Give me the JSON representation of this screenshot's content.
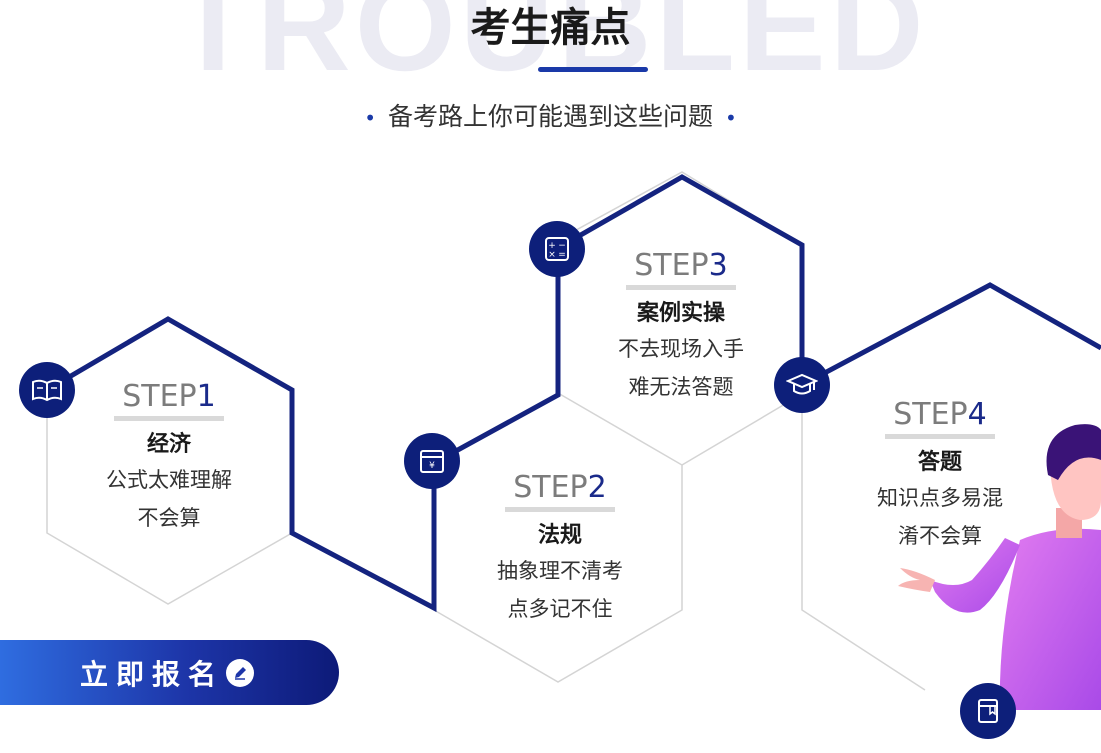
{
  "background_word": "TROUBLED",
  "header": {
    "title": "考生痛点",
    "subtitle": "备考路上你可能遇到这些问题"
  },
  "steps": [
    {
      "word": "STEP",
      "num": "1",
      "name": "经济",
      "desc_line1": "公式太难理解",
      "desc_line2": "不会算",
      "icon": "book-icon"
    },
    {
      "word": "STEP",
      "num": "2",
      "name": "法规",
      "desc_line1": "抽象理不清考",
      "desc_line2": "点多记不住",
      "icon": "calendar-icon"
    },
    {
      "word": "STEP",
      "num": "3",
      "name": "案例实操",
      "desc_line1": "不去现场入手",
      "desc_line2": "难无法答题",
      "icon": "calculator-icon"
    },
    {
      "word": "STEP",
      "num": "4",
      "name": "答题",
      "desc_line1": "知识点多易混",
      "desc_line2": "淆不会算",
      "icon": "graduation-cap-icon"
    }
  ],
  "extra_icon": "notebook-icon",
  "cta": {
    "label": "立即报名",
    "icon": "pencil-icon"
  },
  "colors": {
    "navy": "#0d1f7a",
    "accent_blue": "#1a39a8",
    "hex_outline": "#d4d4d4",
    "cta_start": "#2f6de0",
    "cta_end": "#0d1a78"
  }
}
